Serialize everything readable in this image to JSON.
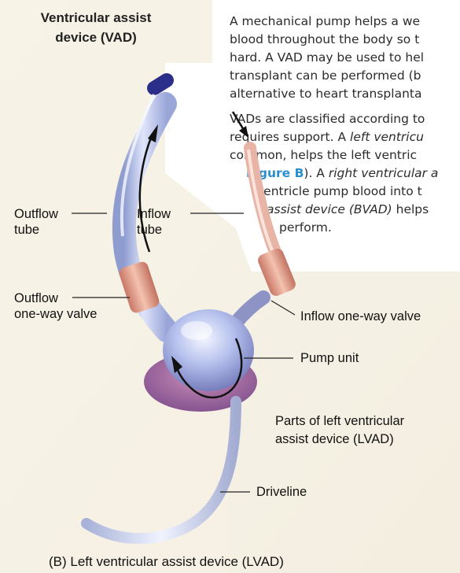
{
  "heading": {
    "line1": "Ventricular assist",
    "line2": "device (VAD)"
  },
  "description": {
    "p1_lines": [
      "A mechanical pump helps a we",
      "blood throughout the body so t",
      "hard. A VAD may be used to hel",
      "transplant can be performed (b",
      "alternative to heart transplanta"
    ],
    "p2_line1": "VADs are classified according to",
    "p2_line2_a": "requires support. A ",
    "p2_line2_b": "left ventricu",
    "p2_line3": "common, helps the left ventric",
    "p2_line4_ref": "Figure B",
    "p2_line4_a": "). A ",
    "p2_line4_b": "right ventricular a",
    "p2_line5": "ventricle pump blood into t",
    "p2_line6_a": "assist device (BVAD)",
    "p2_line6_b": " helps",
    "p2_line7": "perform."
  },
  "labels": {
    "outflow_tube": [
      "Outflow",
      "tube"
    ],
    "inflow_tube": [
      "Inflow",
      "tube"
    ],
    "outflow_valve": [
      "Outflow",
      "one-way valve"
    ],
    "inflow_valve": "Inflow one-way valve",
    "pump_unit": "Pump unit",
    "parts_label": [
      "Parts of left ventricular",
      "assist device (LVAD)"
    ],
    "driveline": "Driveline"
  },
  "caption": "(B) Left ventricular assist device (LVAD)",
  "colors": {
    "background_tint": "#f6f1e4",
    "figure_ref": "#2a8fd0",
    "tube": "#b8c4e8",
    "valve": "#e8a088",
    "pump": "#9aa6dc"
  }
}
